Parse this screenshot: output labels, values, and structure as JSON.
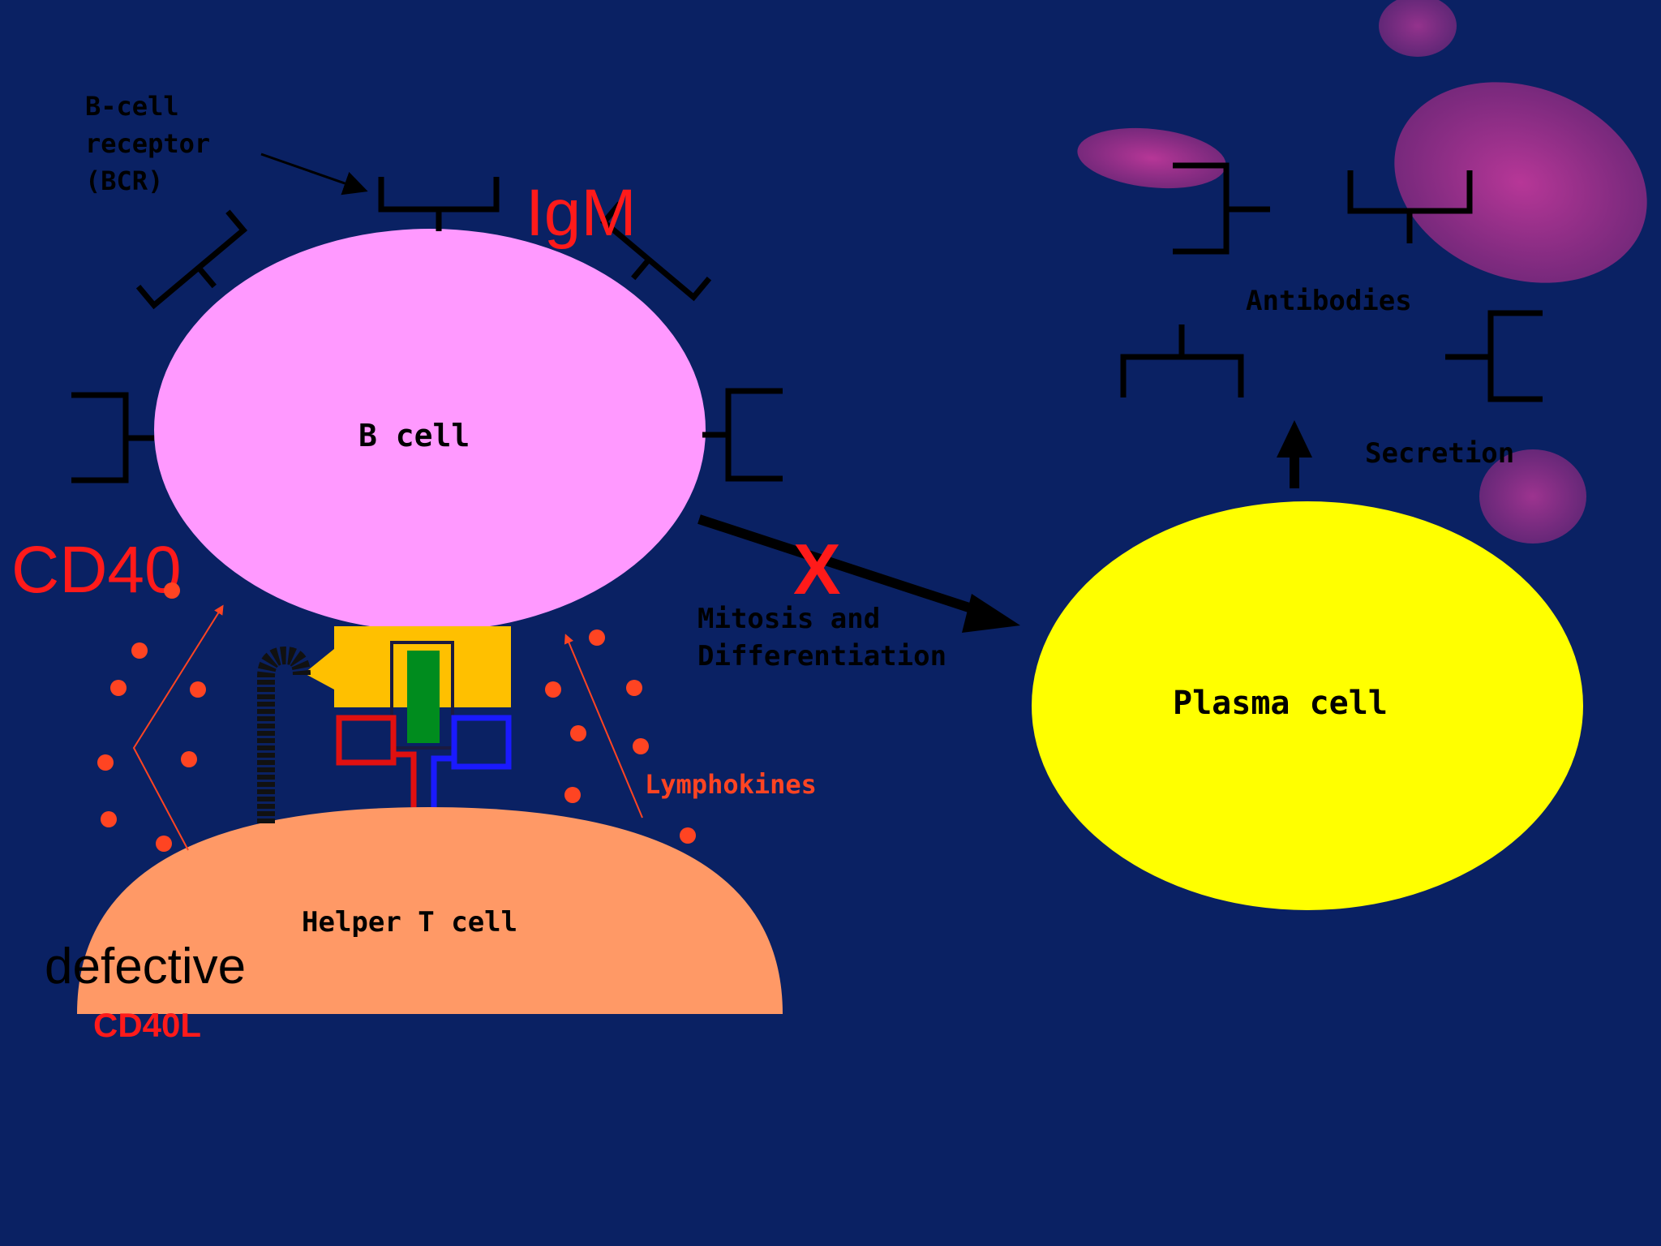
{
  "labels": {
    "bcr_line1": "B-cell",
    "bcr_line2": "receptor",
    "bcr_line3": "(BCR)",
    "igm": "IgM",
    "b_cell": "B cell",
    "cd40": "CD40",
    "helper_t": "Helper T cell",
    "defective": "defective",
    "cd40l": "CD40L",
    "x_mark": "X",
    "mitosis_line1": "Mitosis and",
    "mitosis_line2": "Differentiation",
    "lymphokines": "Lymphokines",
    "plasma_cell": "Plasma cell",
    "antibodies": "Antibodies",
    "secretion": "Secretion"
  },
  "colors": {
    "background": "#0a2163",
    "b_cell": "#ff99ff",
    "plasma_cell": "#ffff00",
    "helper_t": "#ff9966",
    "red_label": "#ff1a1a",
    "lymphokine_dots": "#ff4422",
    "mhc_block": "#ffc000",
    "tcr_green": "#008c1e",
    "cd4_red": "#e01010",
    "cd4_blue": "#1a1aff",
    "blob": "#b03090"
  }
}
